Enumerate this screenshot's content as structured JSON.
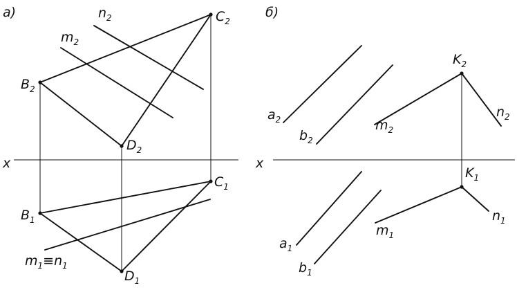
{
  "panels": [
    {
      "id": "a",
      "title": "а)",
      "axis_label": "x",
      "points": [
        {
          "id": "C2",
          "label": "C",
          "sub": "2"
        },
        {
          "id": "B2",
          "label": "B",
          "sub": "2"
        },
        {
          "id": "D2",
          "label": "D",
          "sub": "2"
        },
        {
          "id": "C1",
          "label": "C",
          "sub": "1"
        },
        {
          "id": "B1",
          "label": "B",
          "sub": "1"
        },
        {
          "id": "D1",
          "label": "D",
          "sub": "1"
        }
      ],
      "lines": [
        {
          "id": "n2",
          "label": "n",
          "sub": "2"
        },
        {
          "id": "m2",
          "label": "m",
          "sub": "2"
        },
        {
          "id": "m1n1",
          "label": "m",
          "sub": "1",
          "mid": "≡n",
          "sub2": "1"
        }
      ]
    },
    {
      "id": "b",
      "title": "б)",
      "axis_label": "x",
      "points": [
        {
          "id": "K2",
          "label": "K",
          "sub": "2"
        },
        {
          "id": "K1",
          "label": "K",
          "sub": "1"
        }
      ],
      "lines": [
        {
          "id": "a2",
          "label": "a",
          "sub": "2"
        },
        {
          "id": "b2",
          "label": "b",
          "sub": "2"
        },
        {
          "id": "m2b",
          "label": "m",
          "sub": "2"
        },
        {
          "id": "n2b",
          "label": "n",
          "sub": "2"
        },
        {
          "id": "a1",
          "label": "a",
          "sub": "1"
        },
        {
          "id": "b1",
          "label": "b",
          "sub": "1"
        },
        {
          "id": "m1b",
          "label": "m",
          "sub": "1"
        },
        {
          "id": "n1b",
          "label": "n",
          "sub": "1"
        }
      ]
    }
  ]
}
